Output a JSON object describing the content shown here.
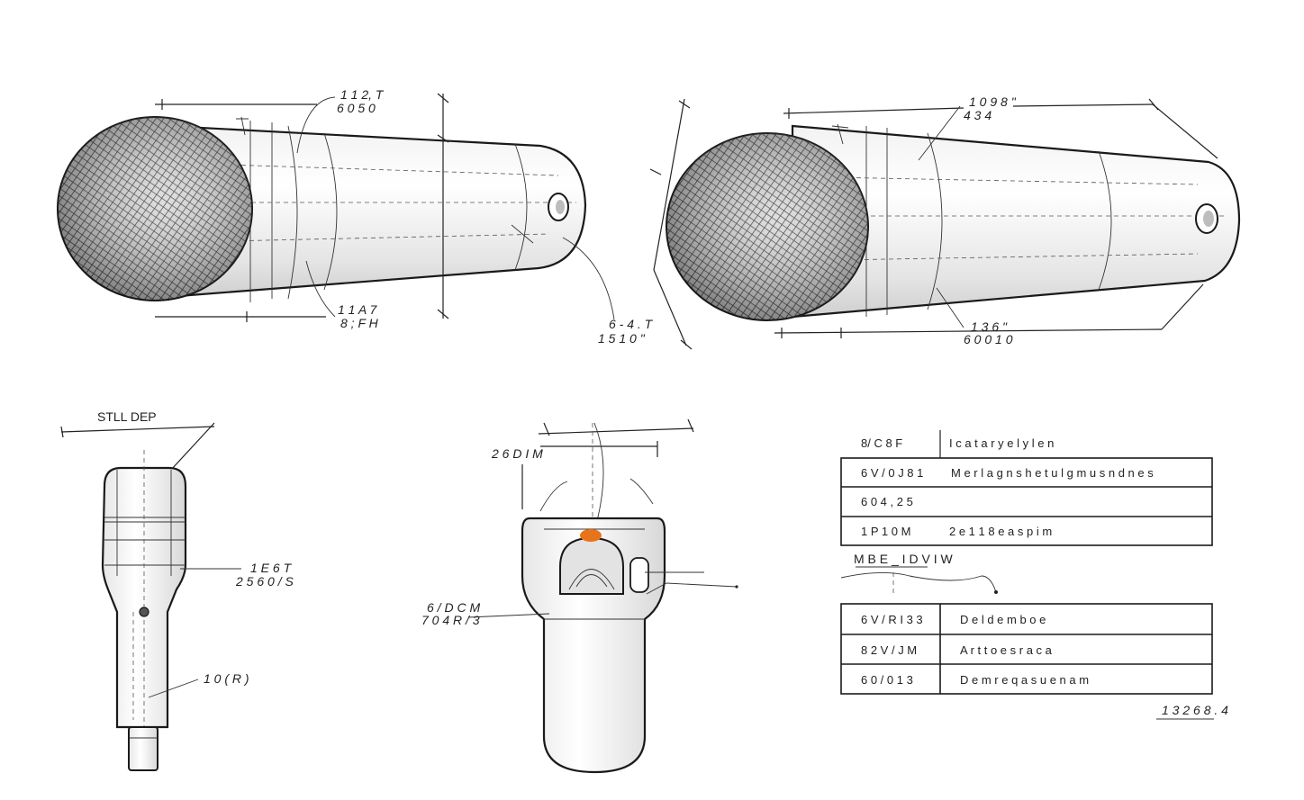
{
  "top_left_view": {
    "dim_top": [
      "1 1 2, T",
      "6 0 5 0"
    ],
    "dim_bottom": [
      "1 1 A 7",
      "8 ; F H"
    ],
    "dim_right": [
      "6 - 4 . T",
      "1 5  1 0 \""
    ]
  },
  "top_right_view": {
    "dim_top": [
      "1 0 9  8 \"",
      "4 3 4"
    ],
    "dim_bottom": [
      "1 3 6 \"",
      "6 0 0 1 0"
    ]
  },
  "side_view": {
    "title": "STLL DEP",
    "dim_mid": [
      "1 E 6  T",
      "2 5  6 0 / S"
    ],
    "dim_low": "1 0 ( R )"
  },
  "end_view": {
    "dim_top": "2 6 D I M",
    "dim_left": [
      "6 / D C M",
      "7 0 4 R / 3"
    ],
    "accent_color": "#e8741a"
  },
  "spec_table_1": {
    "rows": [
      {
        "code": "8/ C 8 F",
        "desc": "I c a t a r y e l y l e n"
      },
      {
        "code": "6 V / 0 J 8 1",
        "desc": "M e r l a g n s  h e t u l g m u s n d n e s"
      },
      {
        "code": "6 0 4 , 2 5",
        "desc": ""
      },
      {
        "code": "1 P 1 0 M",
        "desc": "2 e  1 1 8  e a s p i m"
      }
    ]
  },
  "section_label": "M B E _ I D V I W",
  "spec_table_2": {
    "rows": [
      {
        "code": "6 V / R I 3 3",
        "desc": "D e l d e  m b o e"
      },
      {
        "code": "8 2 V / J M",
        "desc": "A r t t o e s r a c a"
      },
      {
        "code": "6 0 / 0 1 3",
        "desc": "D e m r e q a s u e n a m"
      }
    ]
  },
  "sheet_ref": "1 3 2 6 8 . 4"
}
